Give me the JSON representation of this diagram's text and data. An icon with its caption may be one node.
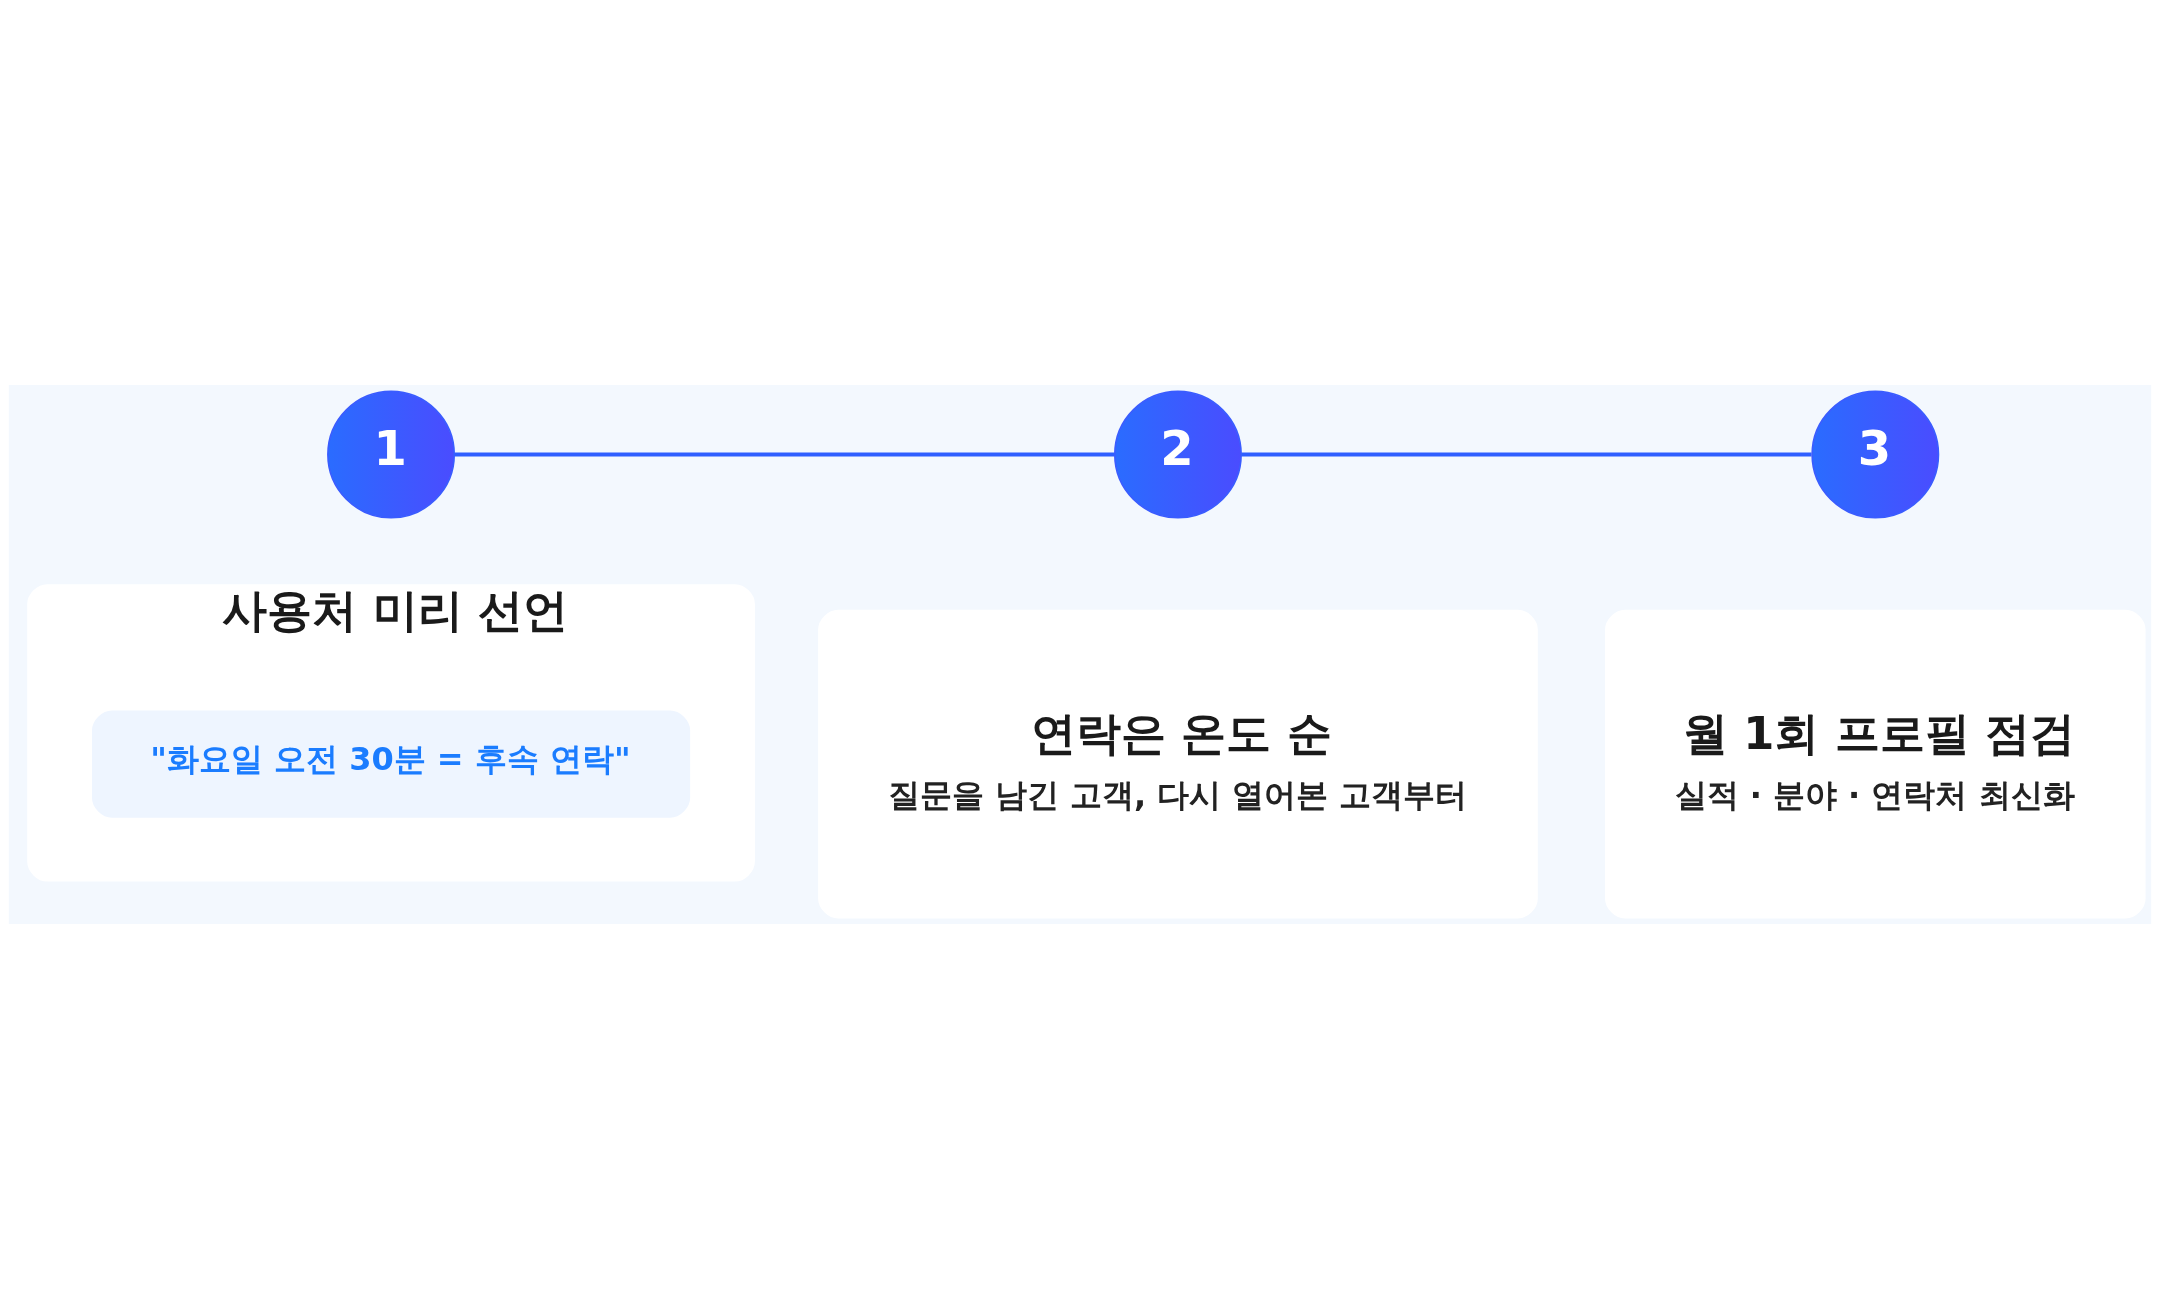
{
  "diagram": {
    "nodes": [
      {
        "text": [
          "1"
        ]
      },
      {
        "text": [
          "2"
        ]
      },
      {
        "text": [
          "3"
        ]
      },
      {
        "text": [
          "사용처 미리 선언"
        ]
      },
      {
        "text": [
          "\"화요일 오전 30분 = 후속 연락\""
        ],
        "in": 3
      },
      {
        "text": [
          "연락은 온도 순",
          "질문을 남긴 고객, 다시 열어본 고객부터"
        ]
      },
      {
        "text": [
          "월 1회 프로필 점검",
          "실적 · 분야 · 연락처 최신화"
        ]
      }
    ],
    "edges": [
      {
        "from": 0,
        "to": 1,
        "arrow": "none"
      },
      {
        "from": 1,
        "to": 2,
        "arrow": "none"
      }
    ]
  }
}
